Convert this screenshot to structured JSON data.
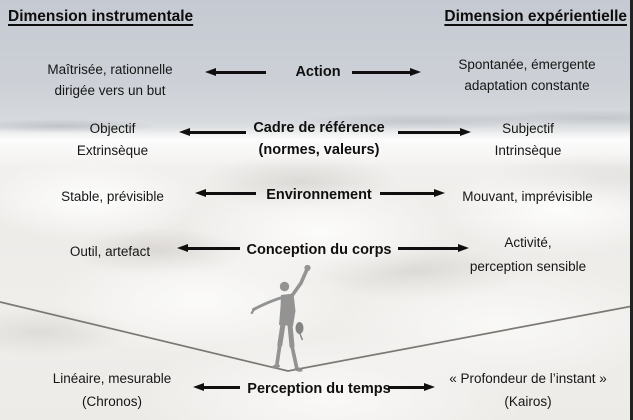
{
  "headers": {
    "left": "Dimension instrumentale",
    "right": "Dimension expérientielle"
  },
  "rows": [
    {
      "left": "Maîtrisée, rationnelle\ndirigée vers un but",
      "center": "Action",
      "right": "Spontanée, émergente\nadaptation constante"
    },
    {
      "left": "Objectif\nExtrinsèque",
      "center": "Cadre de référence\n(normes, valeurs)",
      "right": "Subjectif\nIntrinsèque"
    },
    {
      "left": "Stable, prévisible",
      "center": "Environnement",
      "right": "Mouvant, imprévisible"
    },
    {
      "left": "Outil, artefact",
      "center": "Conception du corps",
      "right": "Activité,\nperception sensible"
    },
    {
      "left": "Linéaire, mesurable\n(Chronos)",
      "center": "Perception du temps",
      "right": "« Profondeur de l’instant »\n(Kairos)"
    }
  ],
  "scene": {
    "background": "sea of clouds photographed from above with slackliner silhouette",
    "slackliner_icon": "slackliner-silhouette",
    "slackline_icon": "slackline-rope"
  },
  "colors": {
    "text": "#161616",
    "arrow": "#0f0f0f",
    "sky_top": "#c5c9d1",
    "cloud_white": "#f2f1ef",
    "silhouette": "#8c8c8c",
    "slackline": "#6f6b66",
    "right_edge_strip": "#222222"
  }
}
